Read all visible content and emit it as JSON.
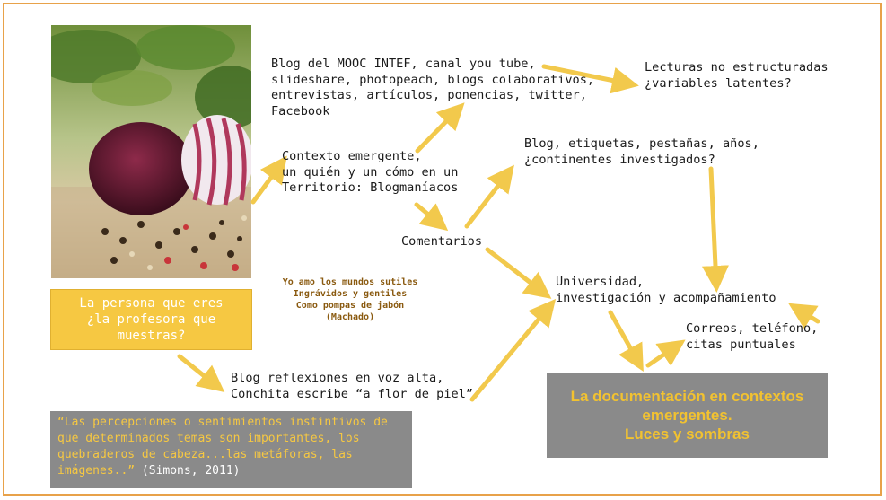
{
  "photo": {
    "icon": "onion-peppercorns-photo"
  },
  "nodes": {
    "blog_mooc": "Blog del MOOC INTEF, canal you tube,\nslideshare, photopeach, blogs colaborativos,\nentrevistas, artículos, ponencias, twitter,\nFacebook",
    "lecturas": "Lecturas no estructuradas\n¿variables latentes?",
    "contexto": "Contexto emergente,\nun quién y un cómo en un\nTerritorio: Blogmaníacos",
    "blog_etiquetas": "Blog, etiquetas, pestañas, años,\n¿continentes investigados?",
    "comentarios": "Comentarios",
    "universidad": "Universidad,\ninvestigación y acompañamiento",
    "correos": "Correos, teléfono,\ncitas puntuales",
    "blog_reflexiones": "Blog reflexiones en voz alta,\nConchita escribe “a flor de piel”",
    "persona": "La persona que eres\n¿la profesora que\nmuestras?",
    "poem": "Yo amo los mundos sutiles\nIngrávidos y gentiles\nComo pompas de jabón\n(Machado)",
    "quote_colored": "“Las percepciones o sentimientos instintivos de\nque determinados temas son importantes, los\nquebraderos de cabeza...las metáforas, las\nimágenes..”",
    "quote_cite": " (Simons, 2011)",
    "documentacion": "La documentación en contextos\nemergentes.\nLuces y sombras"
  },
  "colors": {
    "arrow": "#f2c94c",
    "frame": "#e8a24a",
    "accent": "#f6c842",
    "grey": "#8a8a8a"
  }
}
